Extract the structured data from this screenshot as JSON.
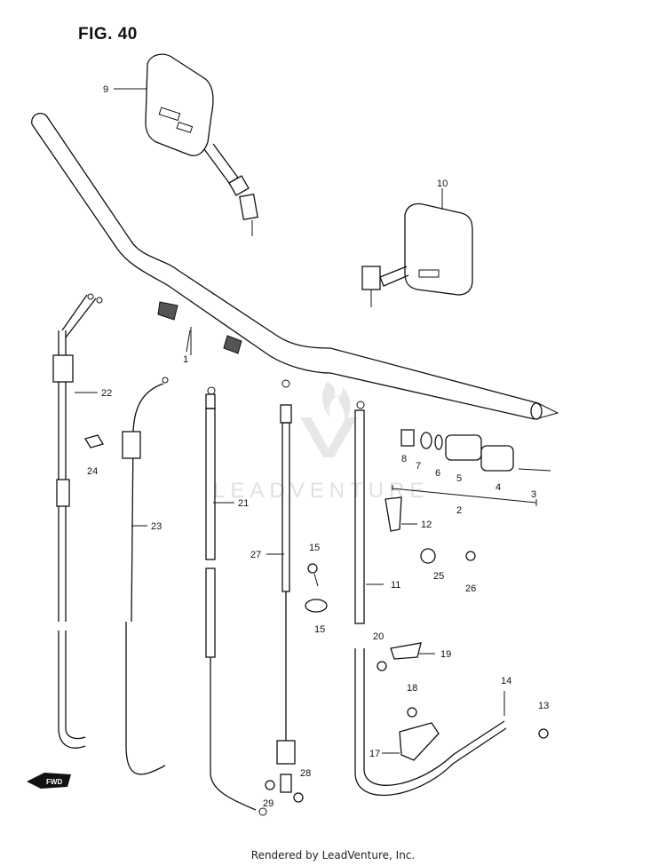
{
  "figure": {
    "title": "FIG. 40"
  },
  "watermark": {
    "text": "LEADVENTURE"
  },
  "direction_badge": {
    "text": "FWD"
  },
  "footer": {
    "text": "Rendered by LeadVenture, Inc."
  },
  "callouts": [
    {
      "id": "1",
      "label": "1"
    },
    {
      "id": "2",
      "label": "2"
    },
    {
      "id": "3",
      "label": "3"
    },
    {
      "id": "4",
      "label": "4"
    },
    {
      "id": "5",
      "label": "5"
    },
    {
      "id": "6",
      "label": "6"
    },
    {
      "id": "7",
      "label": "7"
    },
    {
      "id": "8",
      "label": "8"
    },
    {
      "id": "9",
      "label": "9"
    },
    {
      "id": "10",
      "label": "10"
    },
    {
      "id": "11",
      "label": "11"
    },
    {
      "id": "12",
      "label": "12"
    },
    {
      "id": "13",
      "label": "13"
    },
    {
      "id": "14",
      "label": "14"
    },
    {
      "id": "15a",
      "label": "15"
    },
    {
      "id": "15b",
      "label": "15"
    },
    {
      "id": "17",
      "label": "17"
    },
    {
      "id": "18",
      "label": "18"
    },
    {
      "id": "19",
      "label": "19"
    },
    {
      "id": "20",
      "label": "20"
    },
    {
      "id": "21",
      "label": "21"
    },
    {
      "id": "22",
      "label": "22"
    },
    {
      "id": "23",
      "label": "23"
    },
    {
      "id": "24",
      "label": "24"
    },
    {
      "id": "25",
      "label": "25"
    },
    {
      "id": "26",
      "label": "26"
    },
    {
      "id": "27",
      "label": "27"
    },
    {
      "id": "28",
      "label": "28"
    },
    {
      "id": "29",
      "label": "29"
    }
  ]
}
